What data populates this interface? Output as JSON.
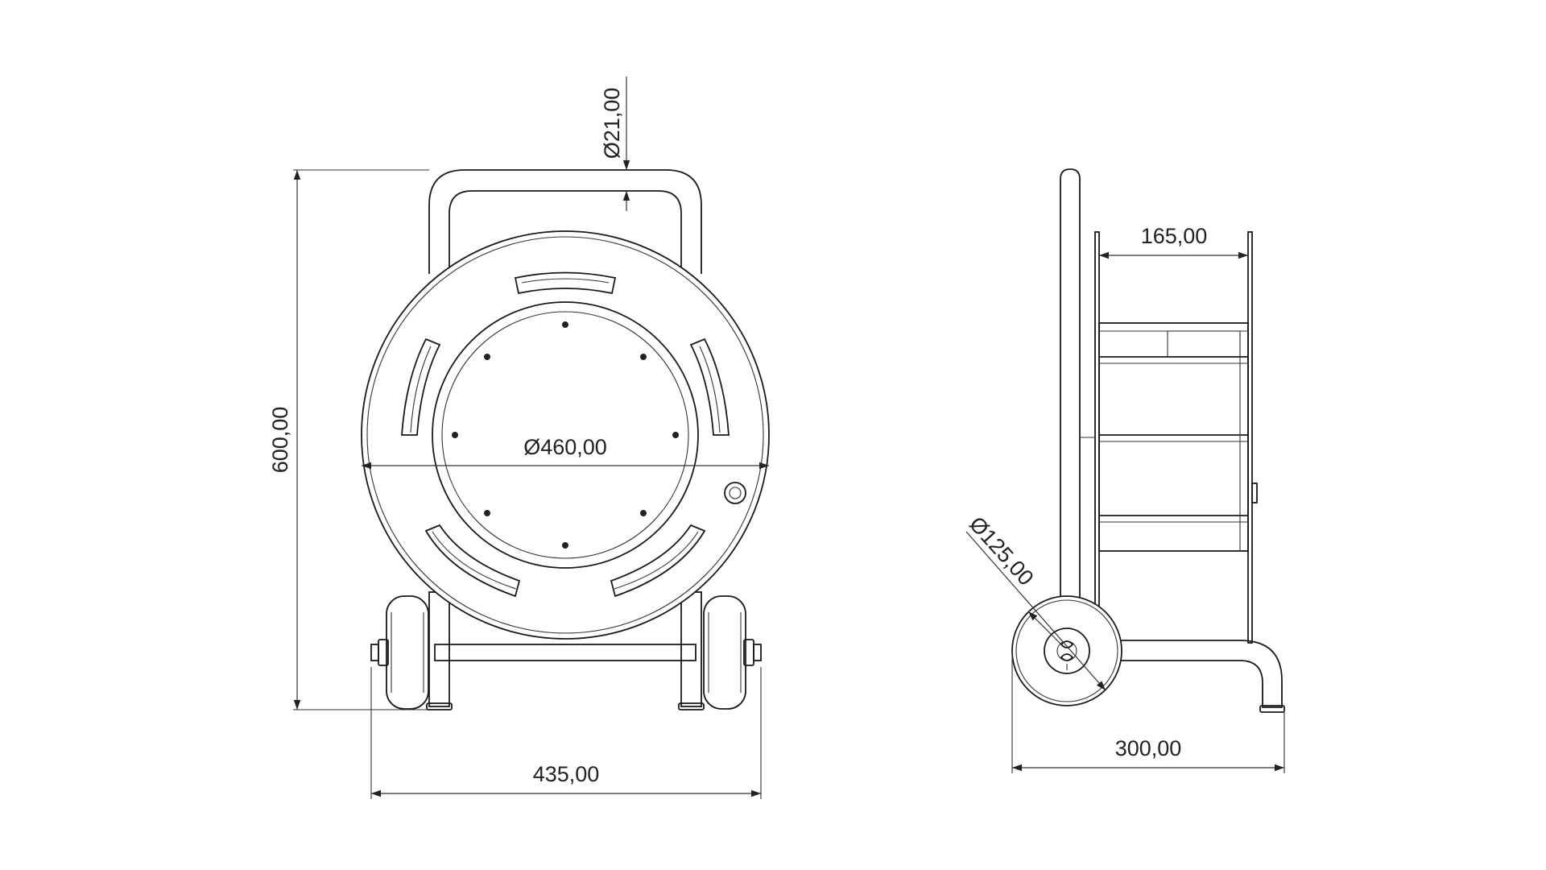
{
  "front_view": {
    "dim_height": "600,00",
    "dim_width": "435,00",
    "dim_drum_diameter": "Ø460,00",
    "dim_tube_diameter": "Ø21,00"
  },
  "side_view": {
    "dim_spool_width": "165,00",
    "dim_base_length": "300,00",
    "dim_wheel_diameter": "Ø125,00"
  },
  "colors": {
    "line": "#1a1a1a",
    "background": "#ffffff"
  }
}
